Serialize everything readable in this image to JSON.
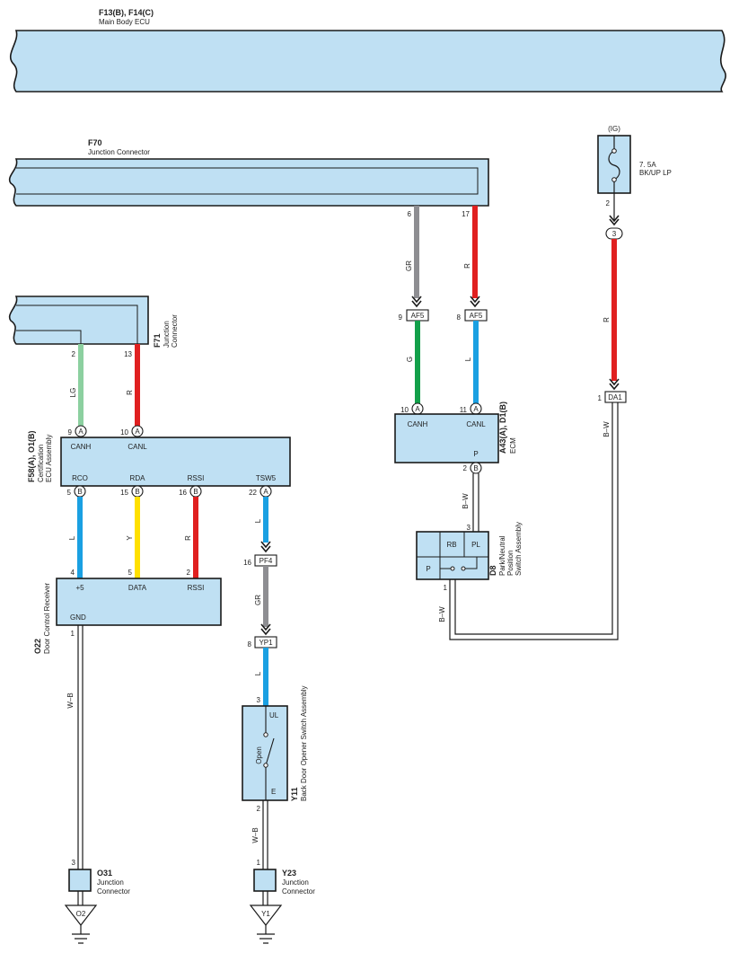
{
  "main_ecu": {
    "code": "F13(B), F14(C)",
    "name": "Main Body ECU"
  },
  "f70": {
    "code": "F70",
    "name": "Junction Connector"
  },
  "f71": {
    "code": "F71",
    "name_l1": "Junction",
    "name_l2": "Connector"
  },
  "fuse": {
    "supply": "(IG)",
    "rating": "7. 5A",
    "name": "BK/UP LP",
    "pin": "2"
  },
  "ig_connector": "3",
  "wires": {
    "gr_top": {
      "pin_top": "6",
      "color_code": "GR",
      "pin_bottom": "9",
      "connector": "AF5",
      "color": "#8e8e92"
    },
    "r_top": {
      "pin_top": "17",
      "color_code": "R",
      "pin_bottom": "8",
      "connector": "AF5",
      "color": "#e02020"
    },
    "g_ecm": {
      "color_code": "G",
      "color": "#12a04a"
    },
    "l_ecm": {
      "color_code": "L",
      "color": "#1aa0e2"
    },
    "r_ig": {
      "color_code": "R",
      "color": "#e02020"
    },
    "lg": {
      "pin_top": "2",
      "color_code": "LG",
      "color": "#8cd0a0"
    },
    "r_canl": {
      "pin_top": "13",
      "color_code": "R",
      "color": "#e02020"
    },
    "l_rco": {
      "color_code": "L",
      "pin_bottom": "4",
      "color": "#1aa0e2"
    },
    "y_rda": {
      "color_code": "Y",
      "pin_bottom": "5",
      "color": "#ffe000"
    },
    "r_rssi": {
      "color_code": "R",
      "pin_bottom": "2",
      "color": "#e02020"
    },
    "l_tsw5": {
      "color_code": "L",
      "pin_bottom": "16",
      "connector": "PF4",
      "color": "#1aa0e2"
    },
    "gr_pf4": {
      "color_code": "GR",
      "pin_bottom": "8",
      "connector": "YP1",
      "color": "#8e8e92"
    },
    "l_yp1": {
      "color_code": "L",
      "pin_bottom": "3",
      "color": "#1aa0e2"
    },
    "bw_ecm": {
      "color_code": "B–W",
      "pin_bottom": "3"
    },
    "bw_da1": {
      "color_code": "B–W",
      "pin": "1",
      "connector": "DA1"
    },
    "bw_d8": {
      "color_code": "B–W",
      "pin": "1"
    },
    "wb_o22": {
      "color_code": "W–B",
      "pin_top": "1",
      "pin_bottom": "3"
    },
    "wb_y11": {
      "color_code": "W–B",
      "pin_top": "2",
      "pin_bottom": "1"
    }
  },
  "certification_ecu": {
    "code": "F58(A), O1(B)",
    "name_l1": "Certification",
    "name_l2": "ECU Assembly",
    "pins": {
      "canh": {
        "pin": "9",
        "conn": "A",
        "label": "CANH"
      },
      "canl": {
        "pin": "10",
        "conn": "A",
        "label": "CANL"
      },
      "rco": {
        "pin": "5",
        "conn": "B",
        "label": "RCO"
      },
      "rda": {
        "pin": "15",
        "conn": "B",
        "label": "RDA"
      },
      "rssi": {
        "pin": "16",
        "conn": "B",
        "label": "RSSI"
      },
      "tsw5": {
        "pin": "22",
        "conn": "A",
        "label": "TSW5"
      }
    }
  },
  "ecm": {
    "code": "A43(A), D1(B)",
    "name": "ECM",
    "pins": {
      "canh": {
        "pin": "10",
        "conn": "A",
        "label": "CANH"
      },
      "canl": {
        "pin": "11",
        "conn": "A",
        "label": "CANL"
      },
      "p": {
        "pin": "2",
        "conn": "B",
        "label": "P"
      }
    }
  },
  "park_switch": {
    "code": "D8",
    "name_l1": "Park/Neutral",
    "name_l2": "Position",
    "name_l3": "Switch Assembly",
    "rb": "RB",
    "pl": "PL",
    "p": "P"
  },
  "door_receiver": {
    "code": "O22",
    "name": "Door Control Receiver",
    "pins": {
      "p5": "+5",
      "data": "DATA",
      "rssi": "RSSI",
      "gnd": "GND"
    }
  },
  "back_door_switch": {
    "code": "Y11",
    "name": "Back Door Opener Switch Assembly",
    "ul": "UL",
    "open": "Open",
    "e": "E"
  },
  "o31": {
    "code": "O31",
    "name_l1": "Junction",
    "name_l2": "Connector",
    "ground": "O2"
  },
  "y23": {
    "code": "Y23",
    "name_l1": "Junction",
    "name_l2": "Connector",
    "ground": "Y1"
  }
}
